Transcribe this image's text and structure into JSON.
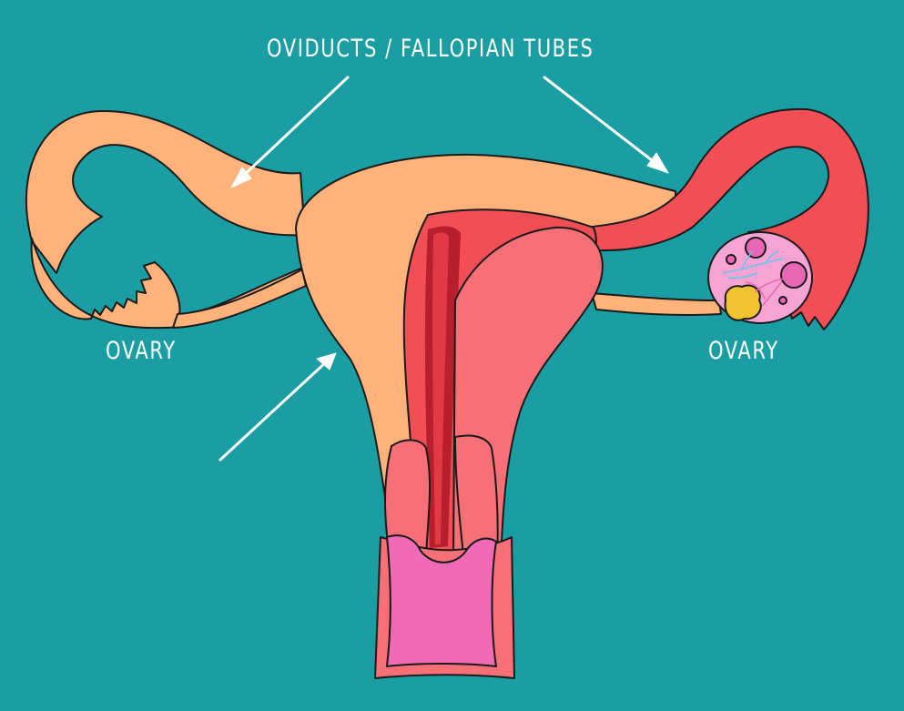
{
  "diagram": {
    "title_label": "OVIDUCTS / FALLOPIAN TUBES",
    "ovary_left_label": "OVARY",
    "ovary_right_label": "OVARY"
  },
  "colors": {
    "background": "#1a9ea3",
    "outer_tissue": "#ffb27a",
    "cutaway_red": "#f24e55",
    "cutaway_pink": "#f77077",
    "cavity_dark": "#b81f2c",
    "vagina_pink": "#f06ab6",
    "ovary_inner": "#f6a4d4",
    "follicle": "#e867b4",
    "corpus_luteum": "#f1c232",
    "vessels": "#6ec3e8",
    "arrows": "#ffffff",
    "outline": "#1a1a1a"
  }
}
